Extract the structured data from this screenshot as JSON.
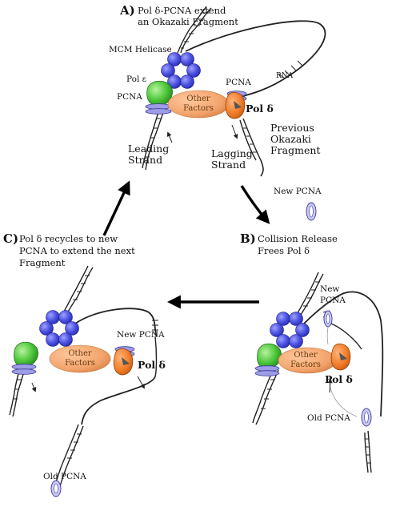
{
  "colors": {
    "mcm": "#4a4fe0",
    "pol_epsilon": "#4cc73a",
    "other_factors": "#f2a46c",
    "pol_delta": "#f07a26",
    "pcna": "#9d9de6",
    "dna": "#222222"
  },
  "panels": {
    "A": {
      "letter": "A)",
      "title_line1": "Pol δ-PCNA extend",
      "title_line2": "an Okazaki Fragment",
      "mcm_label": "MCM Helicase",
      "pol_epsilon_label": "Pol ε",
      "pcna_left_label": "PCNA",
      "pcna_right_label": "PCNA",
      "rna_label": "RNA",
      "other_factors_line1": "Other",
      "other_factors_line2": "Factors",
      "pol_delta_label": "Pol δ",
      "leading_line1": "Leading",
      "leading_line2": "Strand",
      "lagging_line1": "Lagging",
      "lagging_line2": "Strand",
      "previous_line1": "Previous",
      "previous_line2": "Okazaki",
      "previous_line3": "Fragment"
    },
    "B": {
      "letter": "B)",
      "title_line1": "Collision Release",
      "title_line2": "Frees Pol δ",
      "new_pcna_top": "New PCNA",
      "new_pcna_line1": "New",
      "new_pcna_line2": "PCNA",
      "other_factors_line1": "Other",
      "other_factors_line2": "Factors",
      "pol_delta_label": "Pol δ",
      "old_pcna_label": "Old PCNA"
    },
    "C": {
      "letter": "C)",
      "title_line1": "Pol δ recycles to new",
      "title_line2": "PCNA to extend the next",
      "title_line3": "Fragment",
      "new_pcna_label": "New PCNA",
      "other_factors_line1": "Other",
      "other_factors_line2": "Factors",
      "pol_delta_label": "Pol δ",
      "old_pcna_label": "Old PCNA"
    }
  }
}
